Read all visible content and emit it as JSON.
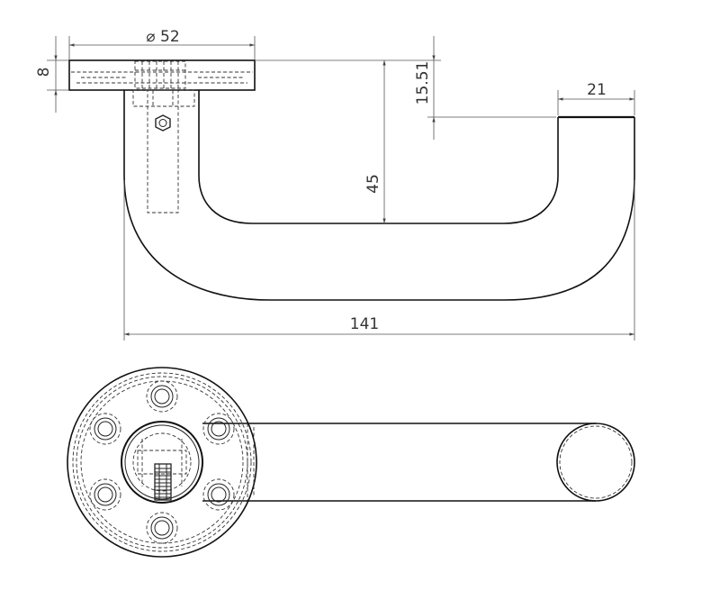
{
  "drawing": {
    "dimensions": {
      "flange_diameter": "⌀ 52",
      "flange_thickness": "8",
      "rise": "15.51",
      "grip_diameter": "21",
      "projection": "45",
      "length": "141"
    },
    "colors": {
      "line": "#111111",
      "dimension": "#555555",
      "text": "#333333",
      "background": "#ffffff"
    }
  }
}
